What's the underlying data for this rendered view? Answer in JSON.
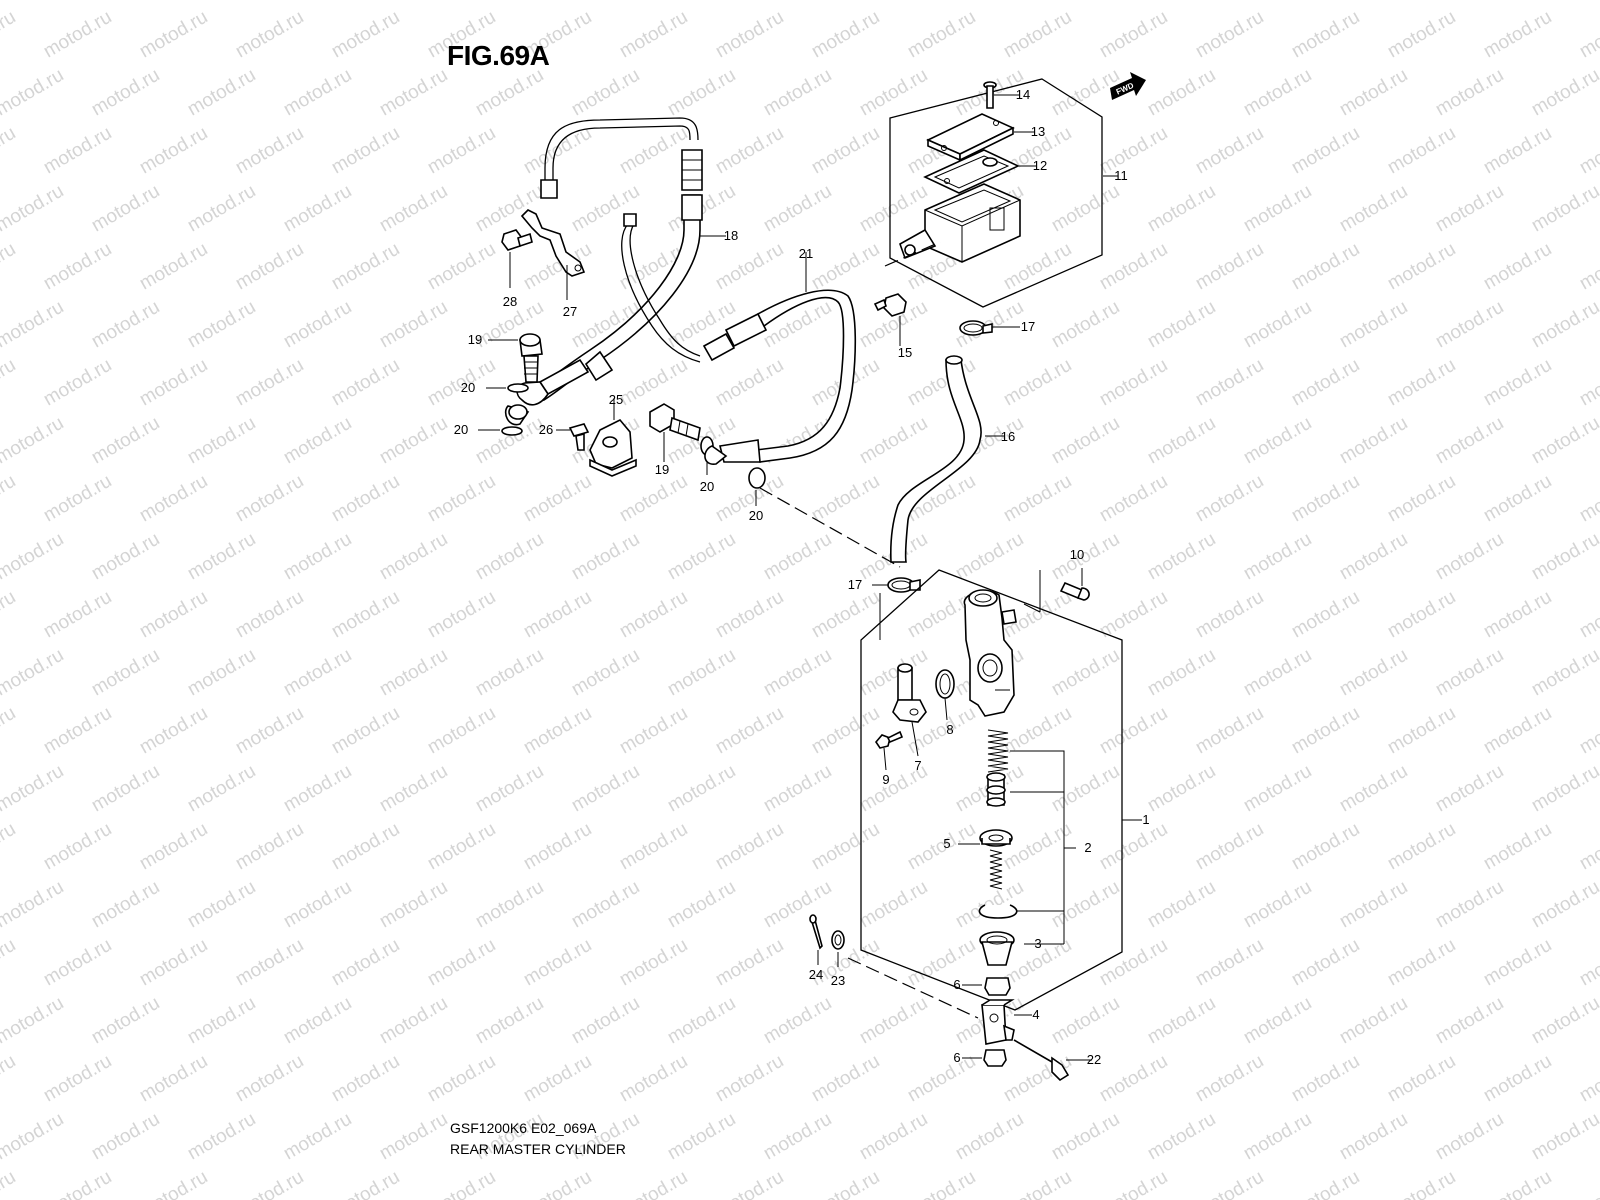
{
  "figure": {
    "title": "FIG.69A",
    "drawing_code": "GSF1200K6 E02_069A",
    "section_name": "REAR MASTER CYLINDER",
    "direction_badge": "FWD",
    "watermark": "motod.ru"
  },
  "callouts": [
    "14",
    "13",
    "12",
    "11",
    "18",
    "21",
    "28",
    "27",
    "19",
    "20",
    "25",
    "26",
    "15",
    "17",
    "16",
    "10",
    "8",
    "7",
    "9",
    "2",
    "1",
    "5",
    "3",
    "6",
    "4",
    "22",
    "24",
    "23"
  ],
  "colors": {
    "line": "#000000",
    "background": "#ffffff",
    "watermark": "#d4d4d4"
  }
}
